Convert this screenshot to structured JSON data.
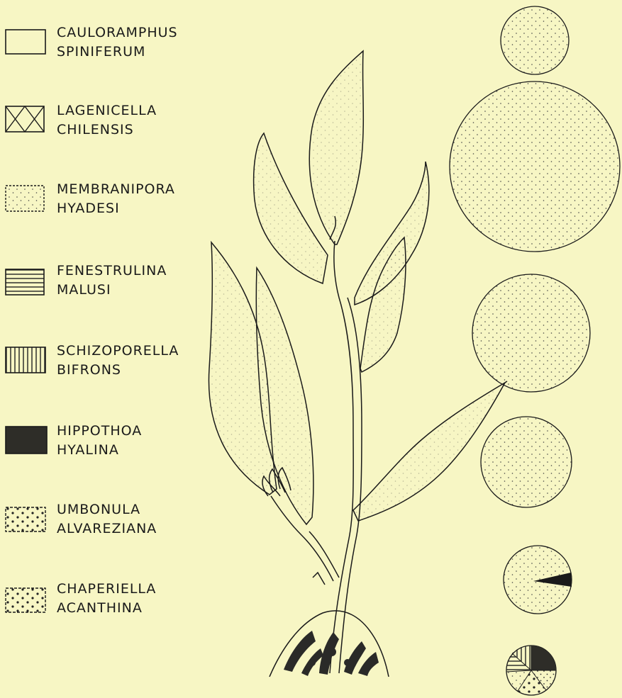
{
  "legend": {
    "items": [
      {
        "pattern": "blank",
        "label": "CAULORAMPHUS\nSPINIFERUM"
      },
      {
        "pattern": "crosshatch",
        "label": "LAGENICELLA\nCHILENSIS"
      },
      {
        "pattern": "fine-dots",
        "label": "MEMBRANIPORA\nHYADESI"
      },
      {
        "pattern": "horizontal-lines",
        "label": "FENESTRULINA\nMALUSI"
      },
      {
        "pattern": "vertical-lines",
        "label": "SCHIZOPORELLA\nBIFRONS"
      },
      {
        "pattern": "solid-dark",
        "label": "HIPPOTHOA\nHYALINA"
      },
      {
        "pattern": "sparse-dots",
        "label": "UMBONULA\nALVAREZIANA"
      },
      {
        "pattern": "dots-open",
        "label": "CHAPERIELLA\nACANTHINA"
      }
    ]
  },
  "colors": {
    "background": "#f7f6c4",
    "ink": "#1a1a1a",
    "dark": "#2a2a28"
  },
  "illustration": {
    "subject": "kelp-plant-with-bryozoan-colonies"
  },
  "circles": [
    {
      "pattern": "fine-dots"
    },
    {
      "pattern": "fine-dots"
    },
    {
      "pattern": "fine-dots"
    },
    {
      "pattern": "fine-dots"
    },
    {
      "pattern": "fine-dots-with-dark-wedge"
    },
    {
      "pattern": "mixed-sectors"
    }
  ]
}
